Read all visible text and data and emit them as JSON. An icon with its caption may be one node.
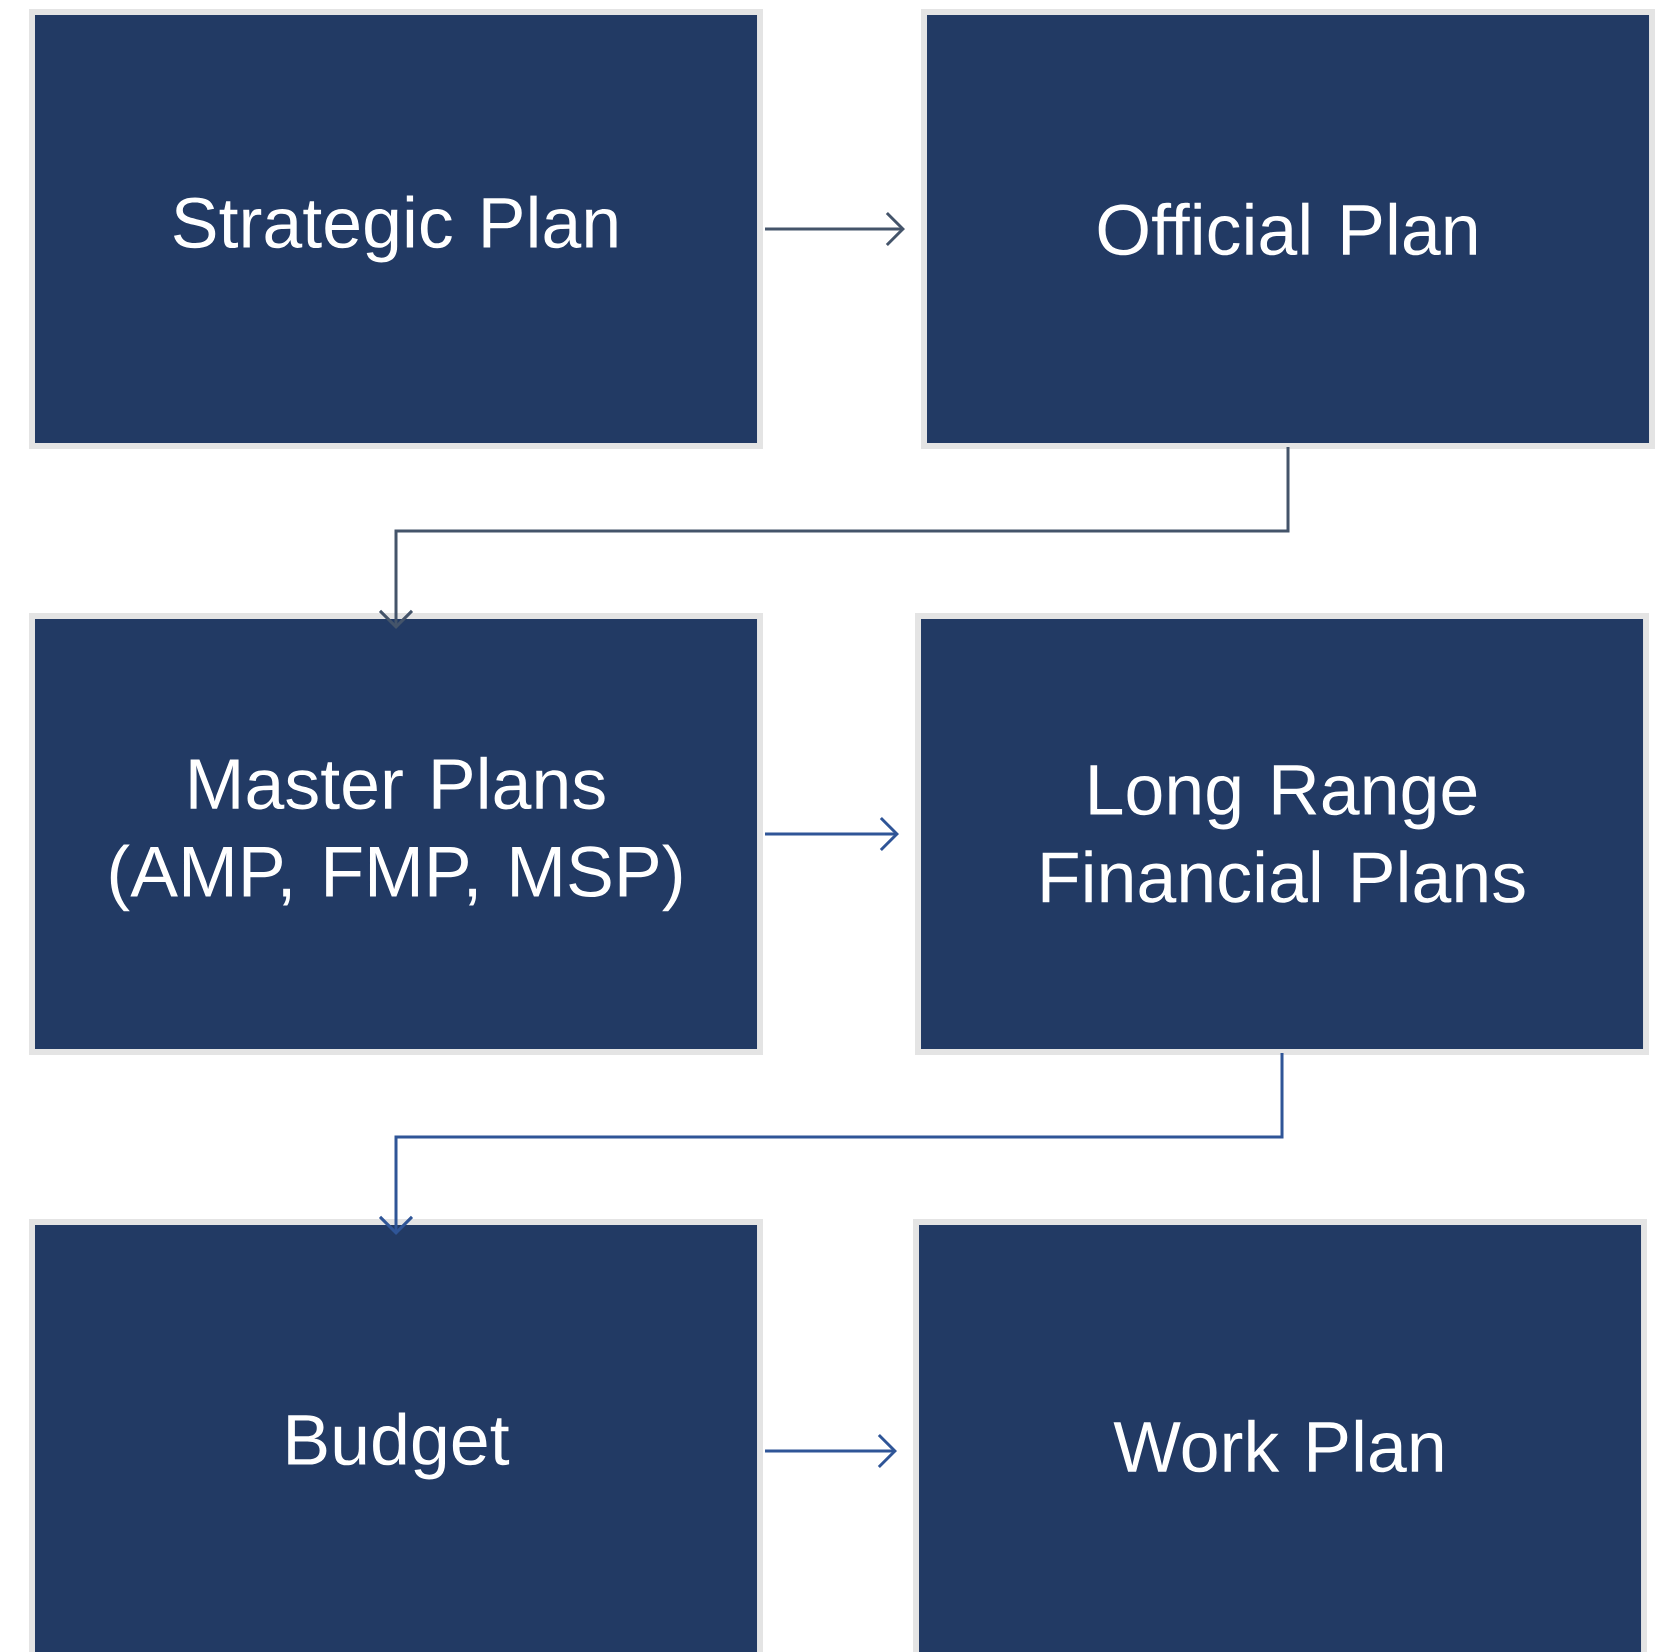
{
  "diagram": {
    "nodes": [
      {
        "text": [
          "Strategic Plan"
        ]
      },
      {
        "text": [
          "Official Plan"
        ]
      },
      {
        "text": [
          "Master Plans (AMP, FMP, MSP)"
        ]
      },
      {
        "text": [
          "Long Range Financial Plans"
        ]
      },
      {
        "text": [
          "Budget"
        ]
      },
      {
        "text": [
          "Work Plan"
        ]
      }
    ],
    "edges": [
      {
        "from": 0,
        "to": 1,
        "arrow": "to",
        "color": "#44546a"
      },
      {
        "from": 1,
        "to": 2,
        "arrow": "to",
        "color": "#44546a"
      },
      {
        "from": 2,
        "to": 3,
        "arrow": "to"
      },
      {
        "from": 3,
        "to": 4,
        "arrow": "to"
      },
      {
        "from": 4,
        "to": 5,
        "arrow": "to"
      }
    ]
  }
}
